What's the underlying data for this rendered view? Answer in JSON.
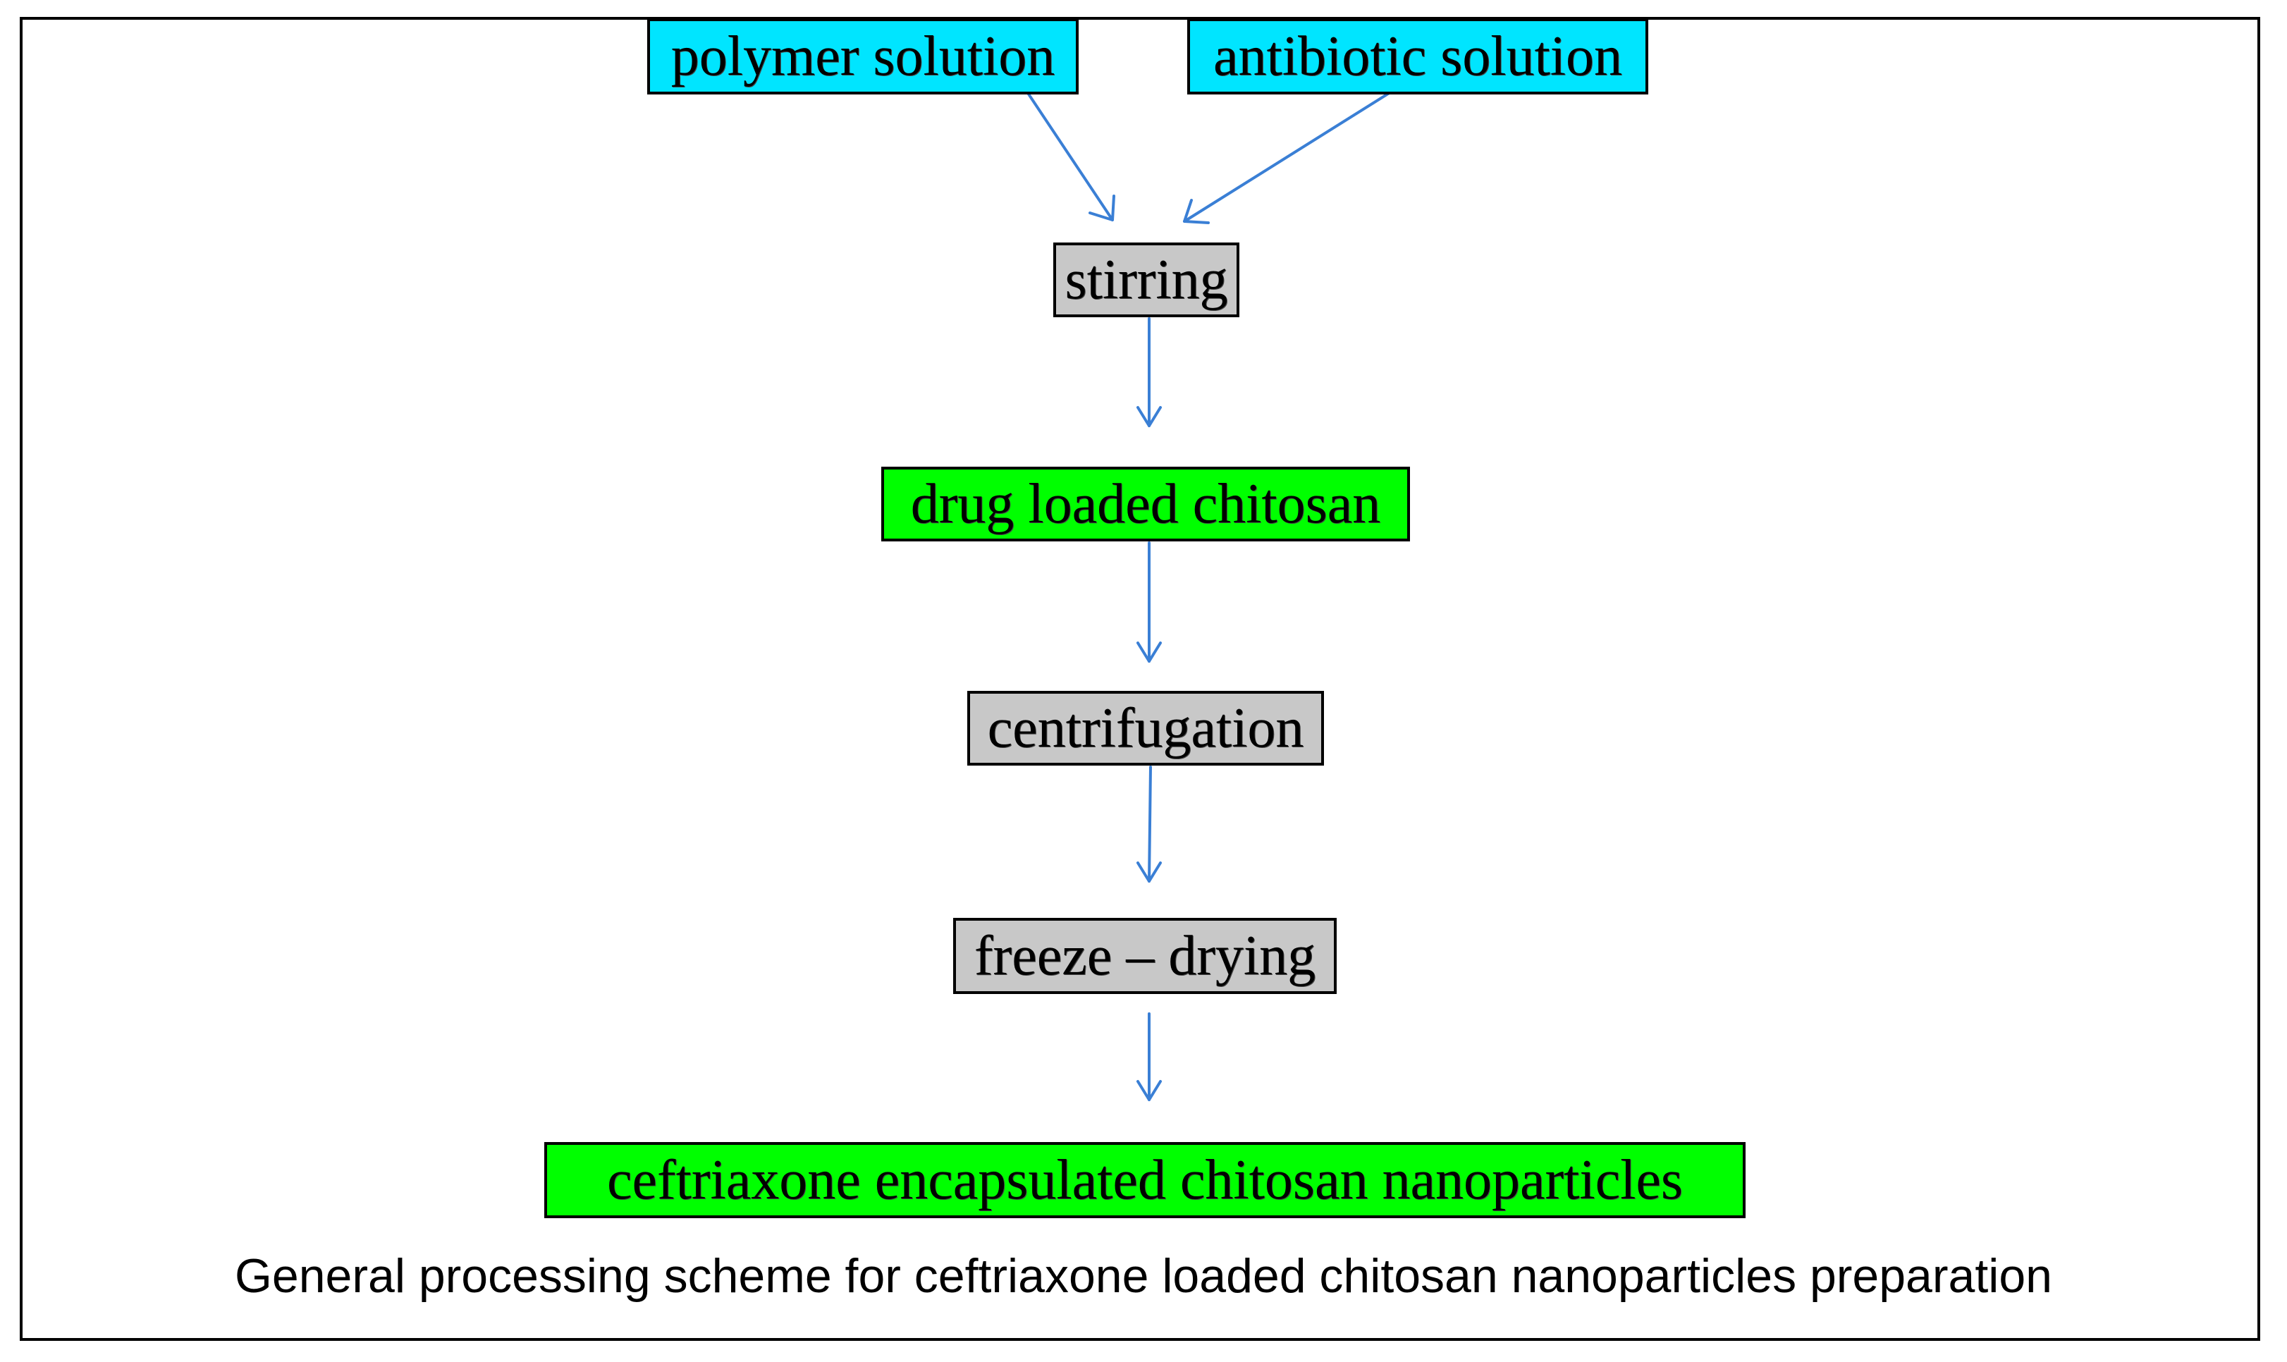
{
  "colors": {
    "input_fill": "#00e5ff",
    "step_fill": "#c8c8c8",
    "product_fill": "#00ff00",
    "arrow": "#3a7fd5",
    "border": "#000000"
  },
  "nodes": {
    "polymer_solution": "polymer solution",
    "antibiotic_solution": "antibiotic solution",
    "stirring": "stirring",
    "drug_loaded_chitosan": "drug loaded chitosan",
    "centrifugation": "centrifugation",
    "freeze_drying": "freeze – drying",
    "final_product": "ceftriaxone encapsulated chitosan nanoparticles"
  },
  "edges": [
    {
      "from": "polymer_solution",
      "to": "stirring"
    },
    {
      "from": "antibiotic_solution",
      "to": "stirring"
    },
    {
      "from": "stirring",
      "to": "drug_loaded_chitosan"
    },
    {
      "from": "drug_loaded_chitosan",
      "to": "centrifugation"
    },
    {
      "from": "centrifugation",
      "to": "freeze_drying"
    },
    {
      "from": "freeze_drying",
      "to": "final_product"
    }
  ],
  "caption": "General processing scheme for ceftriaxone loaded chitosan nanoparticles preparation"
}
